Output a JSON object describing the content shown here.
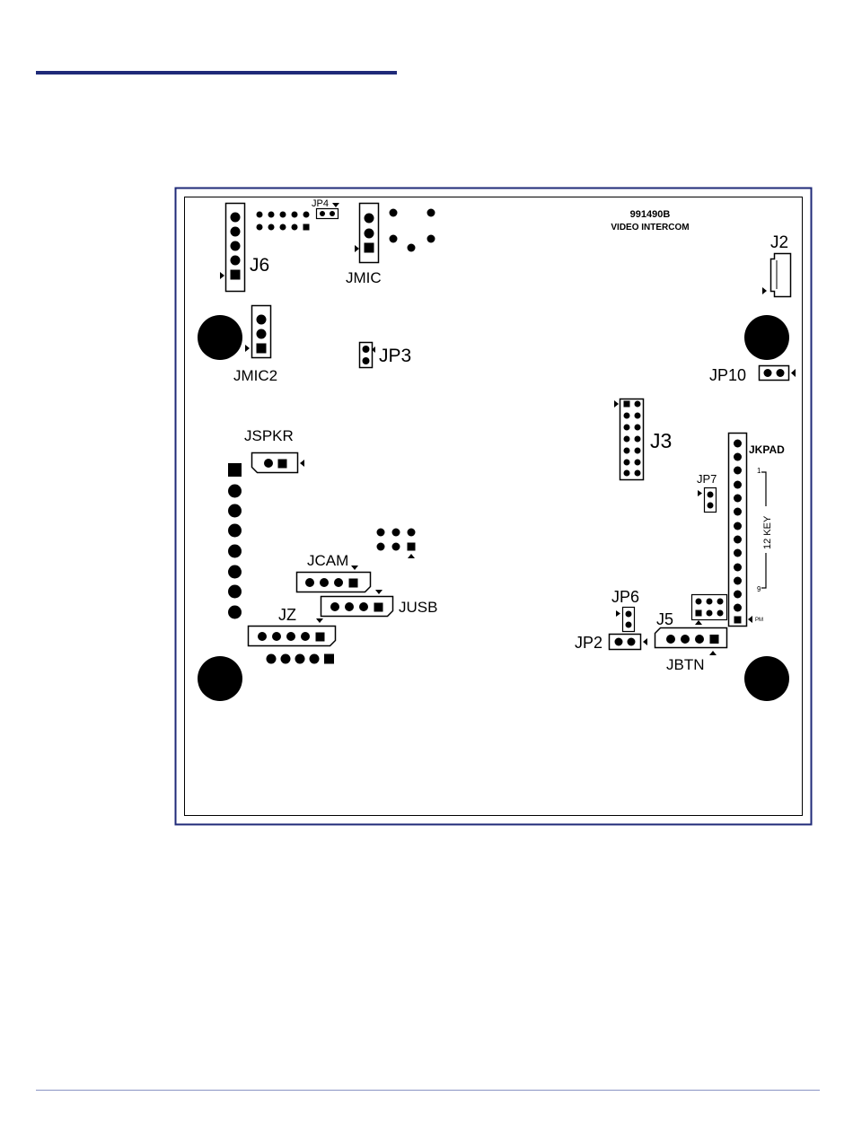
{
  "board": {
    "part_number": "991490B",
    "product": "VIDEO INTERCOM",
    "border_color": "#1f2a78"
  },
  "labels": {
    "j6": "J6",
    "jp4": "JP4",
    "jmic": "JMIC",
    "j2": "J2",
    "jmic2": "JMIC2",
    "jp3": "JP3",
    "jp10": "JP10",
    "jspkr": "JSPKR",
    "j3": "J3",
    "jkpad": "JKPAD",
    "jp7": "JP7",
    "twelve_key": "12 KEY",
    "key_one": "1",
    "key_nine": "9",
    "pin_mark": "PM",
    "jcam": "JCAM",
    "jusb": "JUSB",
    "jz": "JZ",
    "jp6": "JP6",
    "j5": "J5",
    "jp2": "JP2",
    "jbtn": "JBTN"
  }
}
